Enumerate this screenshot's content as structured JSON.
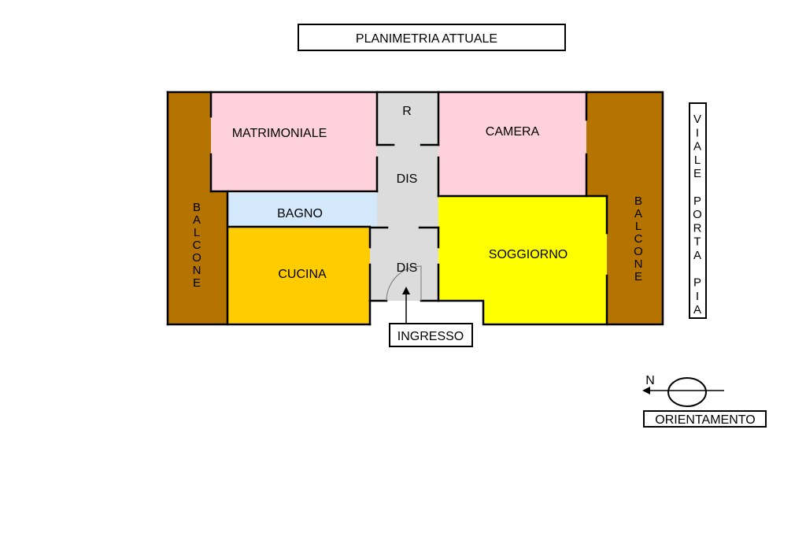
{
  "title": "PLANIMETRIA ATTUALE",
  "rooms": {
    "matrimoniale": "MATRIMONIALE",
    "ripostiglio": "R",
    "dis_upper": "DIS",
    "camera": "CAMERA",
    "bagno": "BAGNO",
    "cucina": "CUCINA",
    "dis_lower": "DIS",
    "soggiorno": "SOGGIORNO",
    "balcone_left": "BALCONE",
    "balcone_right": "BALCONE"
  },
  "ingresso_label": "INGRESSO",
  "street_label": "VIALE PORTA PIA",
  "orientation": {
    "north_letter": "N",
    "label": "ORIENTAMENTO"
  },
  "colors": {
    "balcony": "#b57300",
    "bedroom": "#ffd1dc",
    "bathroom": "#d3e8fa",
    "kitchen": "#ffcc00",
    "living": "#ffff00",
    "corridor": "#dcdcdc",
    "wall": "#000000"
  }
}
